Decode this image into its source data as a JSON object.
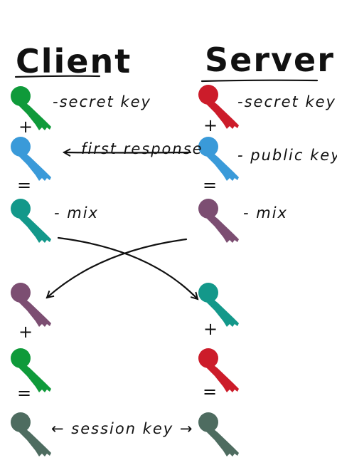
{
  "headings": {
    "client": "Client",
    "server": "Server"
  },
  "labels": {
    "client_secret": "-secret key",
    "server_secret": "-secret key",
    "first_response": "first response",
    "server_public": "- public key",
    "client_mix": "- mix",
    "server_mix": "- mix",
    "session_key": "← session key →"
  },
  "operators": {
    "plus": "+",
    "equals": "="
  },
  "colors": {
    "green": "#0f9a3a",
    "blue": "#3a9ad9",
    "teal": "#13988a",
    "red": "#cc1c2a",
    "purple": "#7c4e72",
    "gray": "#4e6c60"
  },
  "keys": {
    "client": [
      "green",
      "blue",
      "teal",
      "purple",
      "green",
      "gray"
    ],
    "server": [
      "red",
      "blue",
      "purple",
      "teal",
      "red",
      "gray"
    ]
  }
}
